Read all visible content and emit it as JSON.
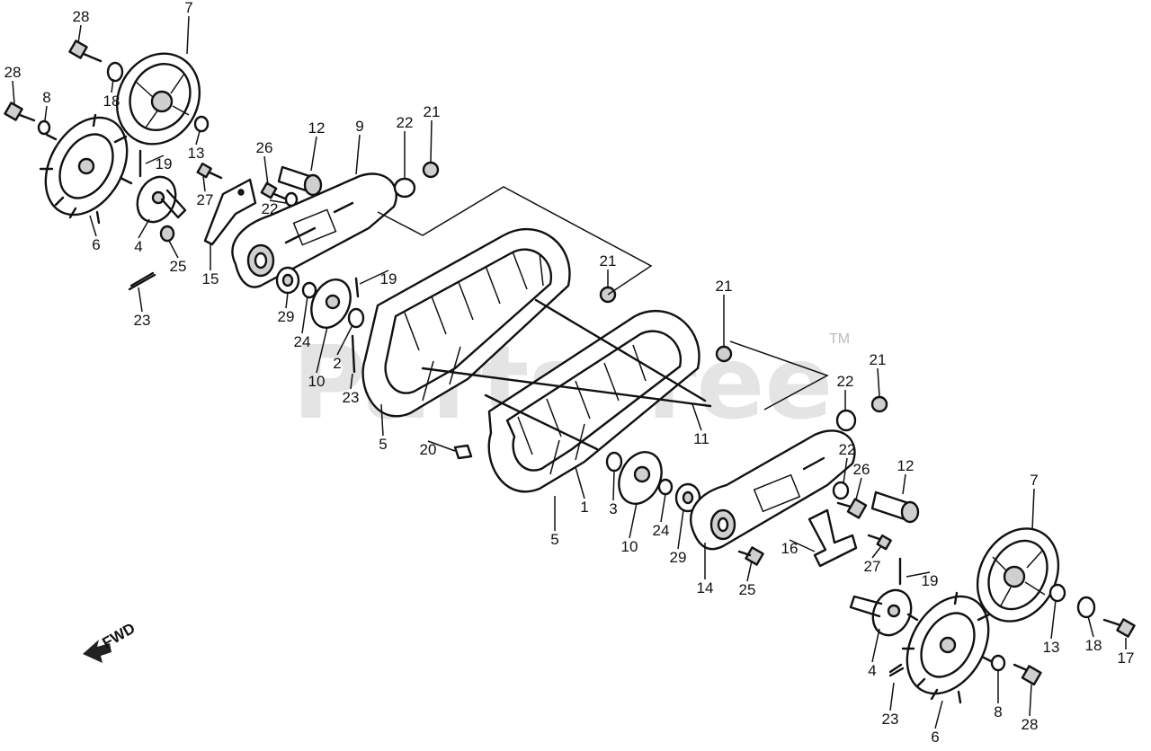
{
  "watermark": {
    "text": "PartsTree",
    "trademark": "TM"
  },
  "direction_label": "FWD",
  "callouts": [
    {
      "label": "28"
    },
    {
      "label": "7"
    },
    {
      "label": "28"
    },
    {
      "label": "8"
    },
    {
      "label": "18"
    },
    {
      "label": "6"
    },
    {
      "label": "19"
    },
    {
      "label": "13"
    },
    {
      "label": "27"
    },
    {
      "label": "4"
    },
    {
      "label": "25"
    },
    {
      "label": "23"
    },
    {
      "label": "15"
    },
    {
      "label": "26"
    },
    {
      "label": "22"
    },
    {
      "label": "12"
    },
    {
      "label": "9"
    },
    {
      "label": "22"
    },
    {
      "label": "21"
    },
    {
      "label": "29"
    },
    {
      "label": "24"
    },
    {
      "label": "10"
    },
    {
      "label": "2"
    },
    {
      "label": "23"
    },
    {
      "label": "19"
    },
    {
      "label": "5"
    },
    {
      "label": "20"
    },
    {
      "label": "21"
    },
    {
      "label": "21"
    },
    {
      "label": "11"
    },
    {
      "label": "21"
    },
    {
      "label": "22"
    },
    {
      "label": "1"
    },
    {
      "label": "3"
    },
    {
      "label": "10"
    },
    {
      "label": "5"
    },
    {
      "label": "24"
    },
    {
      "label": "29"
    },
    {
      "label": "14"
    },
    {
      "label": "22"
    },
    {
      "label": "26"
    },
    {
      "label": "12"
    },
    {
      "label": "16"
    },
    {
      "label": "25"
    },
    {
      "label": "27"
    },
    {
      "label": "19"
    },
    {
      "label": "7"
    },
    {
      "label": "4"
    },
    {
      "label": "13"
    },
    {
      "label": "18"
    },
    {
      "label": "17"
    },
    {
      "label": "23"
    },
    {
      "label": "8"
    },
    {
      "label": "28"
    },
    {
      "label": "6"
    }
  ]
}
